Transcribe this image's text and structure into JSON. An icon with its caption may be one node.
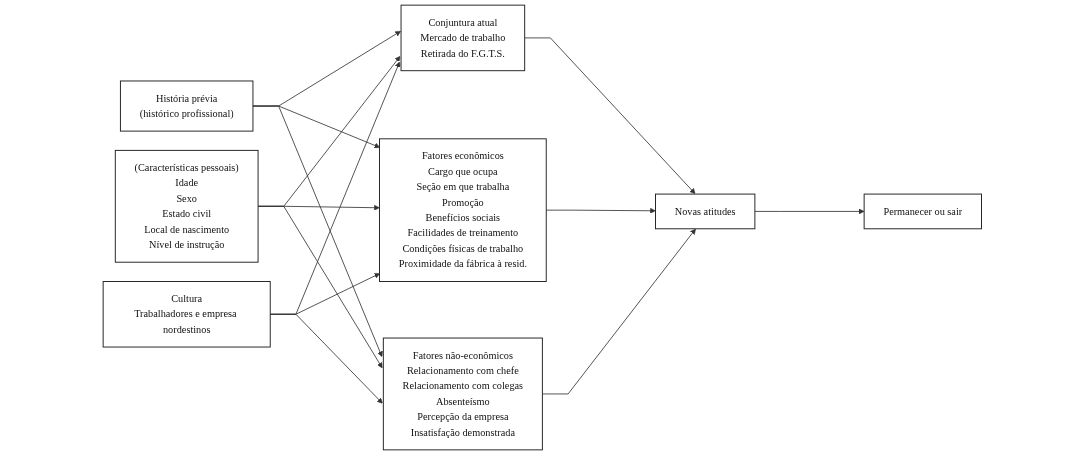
{
  "diagram": {
    "nodes": [
      {
        "text": [
          "História prévia",
          "(histórico profissional)"
        ]
      },
      {
        "text": [
          "(Características pessoais)",
          "Idade",
          "Sexo",
          "Estado civil",
          "Local de nascimento",
          "Nível de instrução"
        ]
      },
      {
        "text": [
          "Cultura",
          "Trabalhadores e empresa nordestinos"
        ]
      },
      {
        "text": [
          "Conjuntura atual",
          "Mercado de trabalho",
          "Retirada do F.G.T.S."
        ]
      },
      {
        "text": [
          "Fatores econômicos",
          "Cargo que ocupa",
          "Seção em que trabalha",
          "Promoção",
          "Benefícios sociais",
          "Facilidades de treinamento",
          "Condições físicas de trabalho",
          "Proximidade da fábrica à resid."
        ]
      },
      {
        "text": [
          "Fatores não-econômicos",
          "Relacionamento com chefe",
          "Relacionamento com colegas",
          "Absenteísmo",
          "Percepção da empresa",
          "Insatisfação demonstrada"
        ]
      },
      {
        "text": [
          "Novas atitudes"
        ]
      },
      {
        "text": [
          "Permanecer ou sair"
        ]
      }
    ],
    "edges": [
      {
        "from": 0,
        "to": 3,
        "arrow": "to"
      },
      {
        "from": 0,
        "to": 4,
        "arrow": "to"
      },
      {
        "from": 0,
        "to": 5,
        "arrow": "to"
      },
      {
        "from": 1,
        "to": 3,
        "arrow": "to"
      },
      {
        "from": 1,
        "to": 4,
        "arrow": "to"
      },
      {
        "from": 1,
        "to": 5,
        "arrow": "to"
      },
      {
        "from": 2,
        "to": 3,
        "arrow": "to"
      },
      {
        "from": 2,
        "to": 4,
        "arrow": "to"
      },
      {
        "from": 2,
        "to": 5,
        "arrow": "to"
      },
      {
        "from": 3,
        "to": 6,
        "arrow": "to"
      },
      {
        "from": 4,
        "to": 6,
        "arrow": "to"
      },
      {
        "from": 5,
        "to": 6,
        "arrow": "to"
      },
      {
        "from": 6,
        "to": 7,
        "arrow": "to"
      }
    ]
  }
}
